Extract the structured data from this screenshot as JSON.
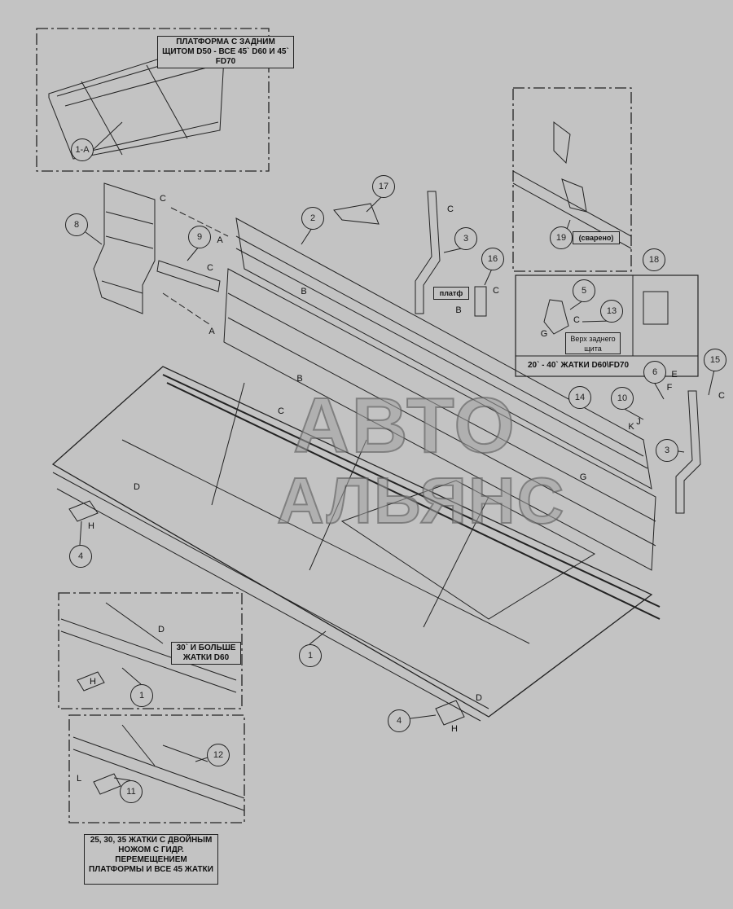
{
  "labels": {
    "platform_rear_shield": "ПЛАТФОРМА С ЗАДНИМ ЩИТОМ D50 - ВСЕ 45` D60 И 45` FD70",
    "platf": "платф",
    "welded": "(сварено)",
    "rear_shield_top": "Верх заднего щита",
    "headers_20_40": "20` - 40` ЖАТКИ D60\\FD70",
    "headers_30_plus": "30` И БОЛЬШЕ ЖАТКИ D60",
    "double_knife": "25, 30, 35 ЖАТКИ С ДВОЙНЫМ НОЖОМ С ГИДР. ПЕРЕМЕЩЕНИЕМ ПЛАТФОРМЫ И ВСЕ 45 ЖАТКИ"
  },
  "watermark": {
    "line1": "АВТО",
    "line2": "АЛЬЯНС"
  },
  "callouts": [
    "1-A",
    "8",
    "9",
    "17",
    "2",
    "3",
    "16",
    "19",
    "18",
    "5",
    "13",
    "6",
    "10",
    "14",
    "15",
    "3",
    "4",
    "1",
    "1",
    "12",
    "11",
    "4"
  ],
  "letters": [
    "C",
    "C",
    "A",
    "A",
    "B",
    "B",
    "C",
    "C",
    "B",
    "C",
    "G",
    "C",
    "E",
    "F",
    "K",
    "J",
    "G",
    "C",
    "D",
    "H",
    "D",
    "H",
    "L",
    "D",
    "H"
  ]
}
